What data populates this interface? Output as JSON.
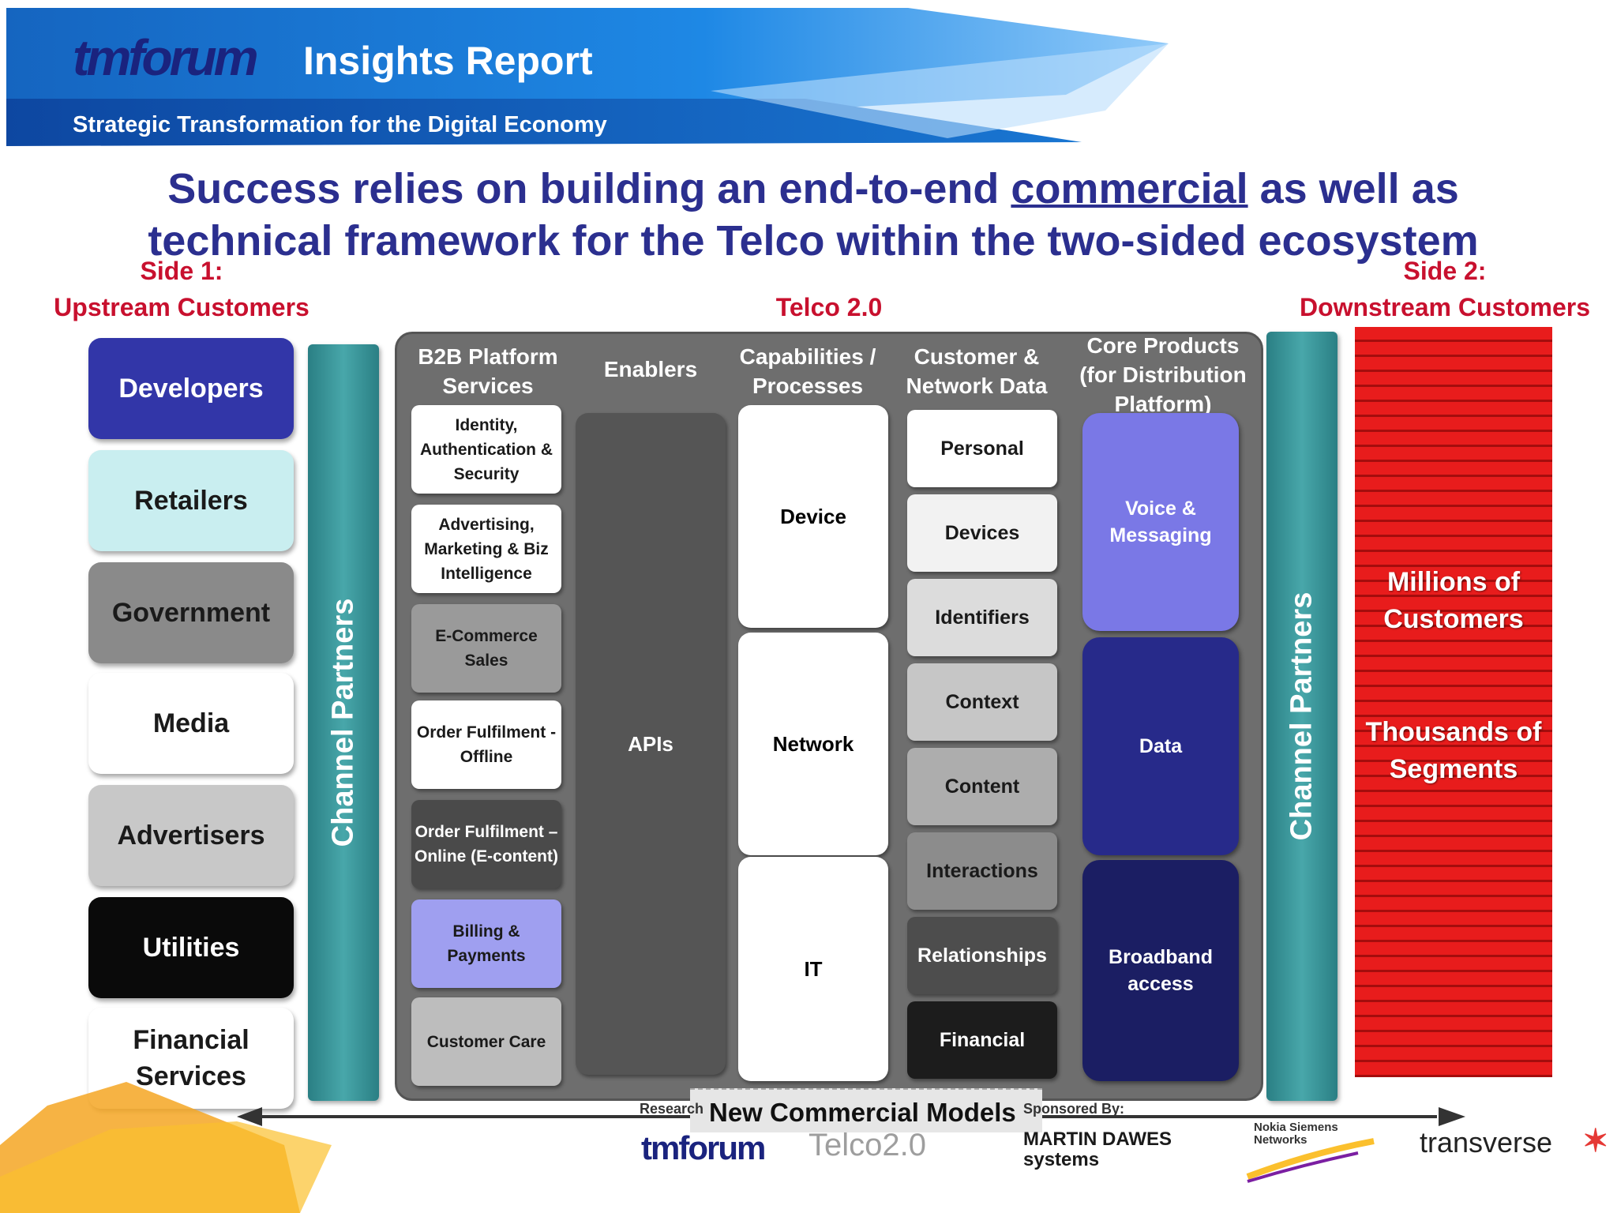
{
  "header": {
    "logo_text": "tmforum",
    "title": "Insights Report",
    "subtitle": "Strategic Transformation for the Digital Economy"
  },
  "main_title": {
    "line1_before": "Success relies on building an end-to-end ",
    "line1_underlined": "commercial",
    "line1_after": " as well as",
    "line2": "technical framework for the Telco within the two-sided ecosystem"
  },
  "side1": {
    "line1": "Side 1:",
    "line2": "Upstream Customers"
  },
  "telco_label": "Telco 2.0",
  "side2": {
    "line1": "Side 2:",
    "line2": "Downstream Customers"
  },
  "upstream": [
    {
      "label": "Developers",
      "bg": "#3236a8",
      "fg": "#ffffff"
    },
    {
      "label": "Retailers",
      "bg": "#c9eef0",
      "fg": "#1a1a1a"
    },
    {
      "label": "Government",
      "bg": "#8a8a8a",
      "fg": "#1a1a1a"
    },
    {
      "label": "Media",
      "bg": "#ffffff",
      "fg": "#1a1a1a"
    },
    {
      "label": "Advertisers",
      "bg": "#c8c8c8",
      "fg": "#1a1a1a"
    },
    {
      "label": "Utilities",
      "bg": "#0a0a0a",
      "fg": "#ffffff"
    },
    {
      "label": "Financial Services",
      "bg": "#ffffff",
      "fg": "#1a1a1a"
    }
  ],
  "channel_partners_label": "Channel Partners",
  "columns": {
    "b2b": "B2B Platform Services",
    "enablers": "Enablers",
    "capabilities": "Capabilities / Processes",
    "customer": "Customer & Network Data",
    "core": "Core Products (for Distribution Platform)"
  },
  "b2b_items": [
    {
      "label": "Identity, Authentication & Security",
      "bg": "#ffffff",
      "fg": "#1a1a1a"
    },
    {
      "label": "Advertising, Marketing & Biz Intelligence",
      "bg": "#ffffff",
      "fg": "#1a1a1a"
    },
    {
      "label": "E-Commerce Sales",
      "bg": "#9a9a9a",
      "fg": "#1a1a1a"
    },
    {
      "label": "Order Fulfilment - Offline",
      "bg": "#ffffff",
      "fg": "#1a1a1a"
    },
    {
      "label": "Order Fulfilment – Online (E-content)",
      "bg": "#4a4a4a",
      "fg": "#ffffff"
    },
    {
      "label": "Billing & Payments",
      "bg": "#9f9ff0",
      "fg": "#1a1a1a"
    },
    {
      "label": "Customer Care",
      "bg": "#bdbdbd",
      "fg": "#1a1a1a"
    }
  ],
  "enablers_item": "APIs",
  "capabilities_items": [
    "Device",
    "Network",
    "IT"
  ],
  "customer_items": [
    {
      "label": "Personal",
      "bg": "#ffffff",
      "fg": "#1a1a1a"
    },
    {
      "label": "Devices",
      "bg": "#f2f2f2",
      "fg": "#1a1a1a"
    },
    {
      "label": "Identifiers",
      "bg": "#dcdcdc",
      "fg": "#1a1a1a"
    },
    {
      "label": "Context",
      "bg": "#c6c6c6",
      "fg": "#1a1a1a"
    },
    {
      "label": "Content",
      "bg": "#adadad",
      "fg": "#1a1a1a"
    },
    {
      "label": "Interactions",
      "bg": "#8c8c8c",
      "fg": "#1a1a1a"
    },
    {
      "label": "Relationships",
      "bg": "#4d4d4d",
      "fg": "#ffffff"
    },
    {
      "label": "Financial",
      "bg": "#1c1c1c",
      "fg": "#ffffff"
    }
  ],
  "core_items": [
    {
      "label": "Voice & Messaging",
      "bg": "#7a78e6"
    },
    {
      "label": "Data",
      "bg": "#272a8a"
    },
    {
      "label": "Broadband access",
      "bg": "#1b1e63"
    }
  ],
  "downstream_text": [
    "Millions of Customers",
    "Thousands of Segments"
  ],
  "footer": {
    "arrow_label": "New Commercial Models",
    "research_label": "Research",
    "sponsored_label": "Sponsored By:",
    "logos": [
      "tmforum",
      "Telco2.0",
      "MARTIN DAWES systems",
      "Nokia Siemens Networks",
      "transverse"
    ]
  }
}
